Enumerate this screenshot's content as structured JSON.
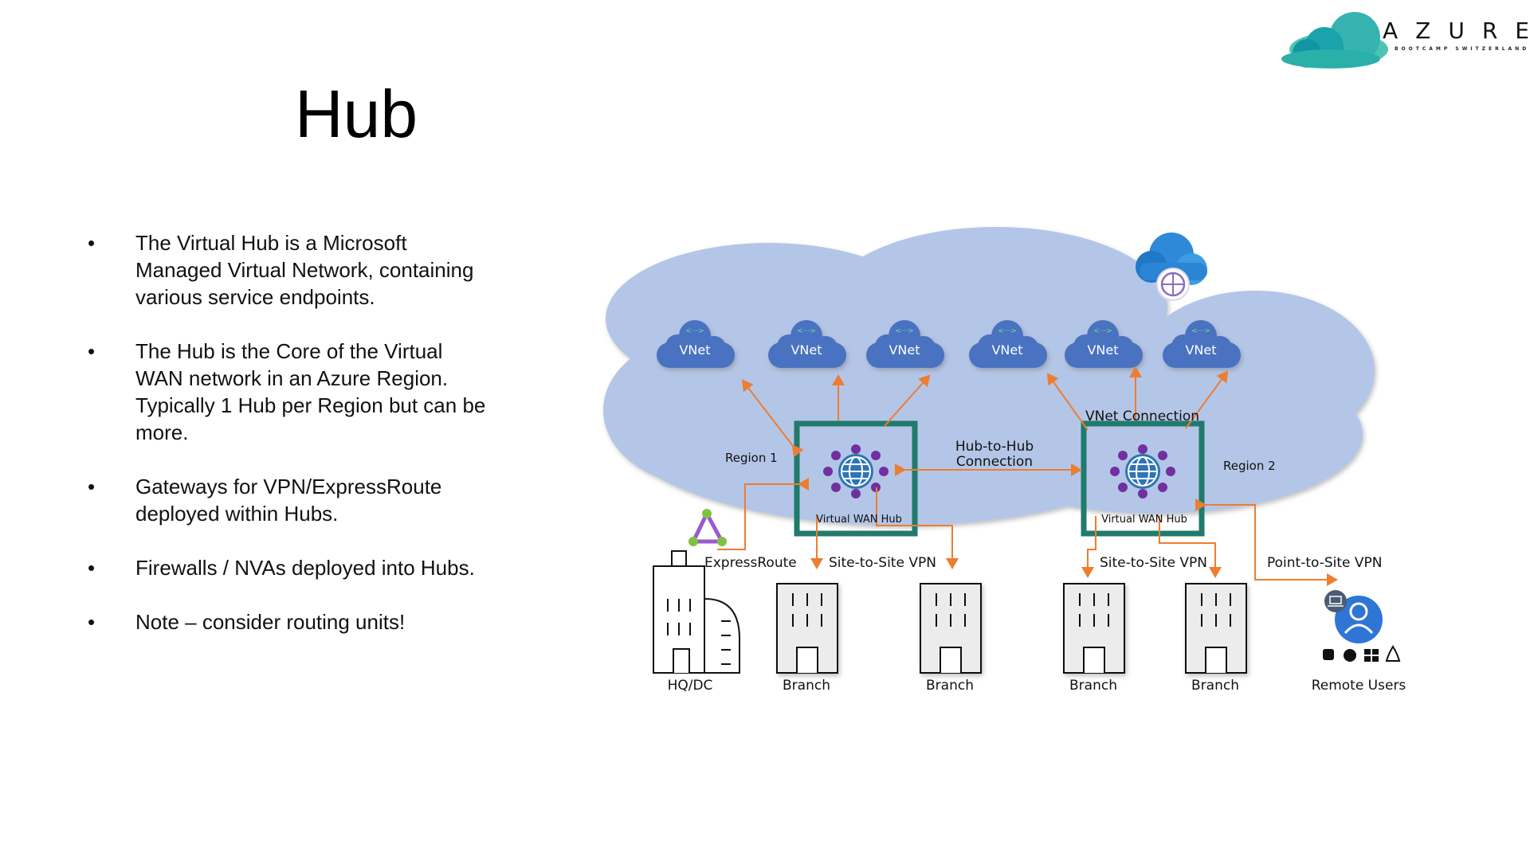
{
  "slide": {
    "title": "Hub",
    "bullets": [
      "The Virtual Hub is a Microsoft Managed Virtual Network, containing various service endpoints.",
      "The Hub is the Core of the Virtual WAN network in an Azure Region. Typically 1 Hub per Region but can be more.",
      "Gateways for VPN/ExpressRoute deployed within Hubs.",
      "Firewalls / NVAs deployed into Hubs.",
      "Note – consider routing units!"
    ],
    "bullet_symbol": "•"
  },
  "logo": {
    "title": "AZURE",
    "subtitle": "BOOTCAMP SWITZERLAND"
  },
  "diagram": {
    "vnet_label": "VNet",
    "vnet_count": 6,
    "vnet_connection_label": "VNet Connection",
    "region1_label": "Region 1",
    "region2_label": "Region 2",
    "hub_label": "Virtual WAN Hub",
    "hub_to_hub_line1": "Hub-to-Hub",
    "hub_to_hub_line2": "Connection",
    "expressroute_label": "ExpressRoute",
    "s2s_vpn_label": "Site-to-Site VPN",
    "p2s_vpn_label": "Point-to-Site VPN",
    "hq_label": "HQ/DC",
    "branch_label": "Branch",
    "remote_users_label": "Remote Users",
    "colors": {
      "cloud": "#b4c6e7",
      "vnet": "#4472c4",
      "hub_border": "#217a6b",
      "arrow": "#ed7d31",
      "hub_dots": "#7030a0",
      "globe": "#2e75b6"
    }
  }
}
